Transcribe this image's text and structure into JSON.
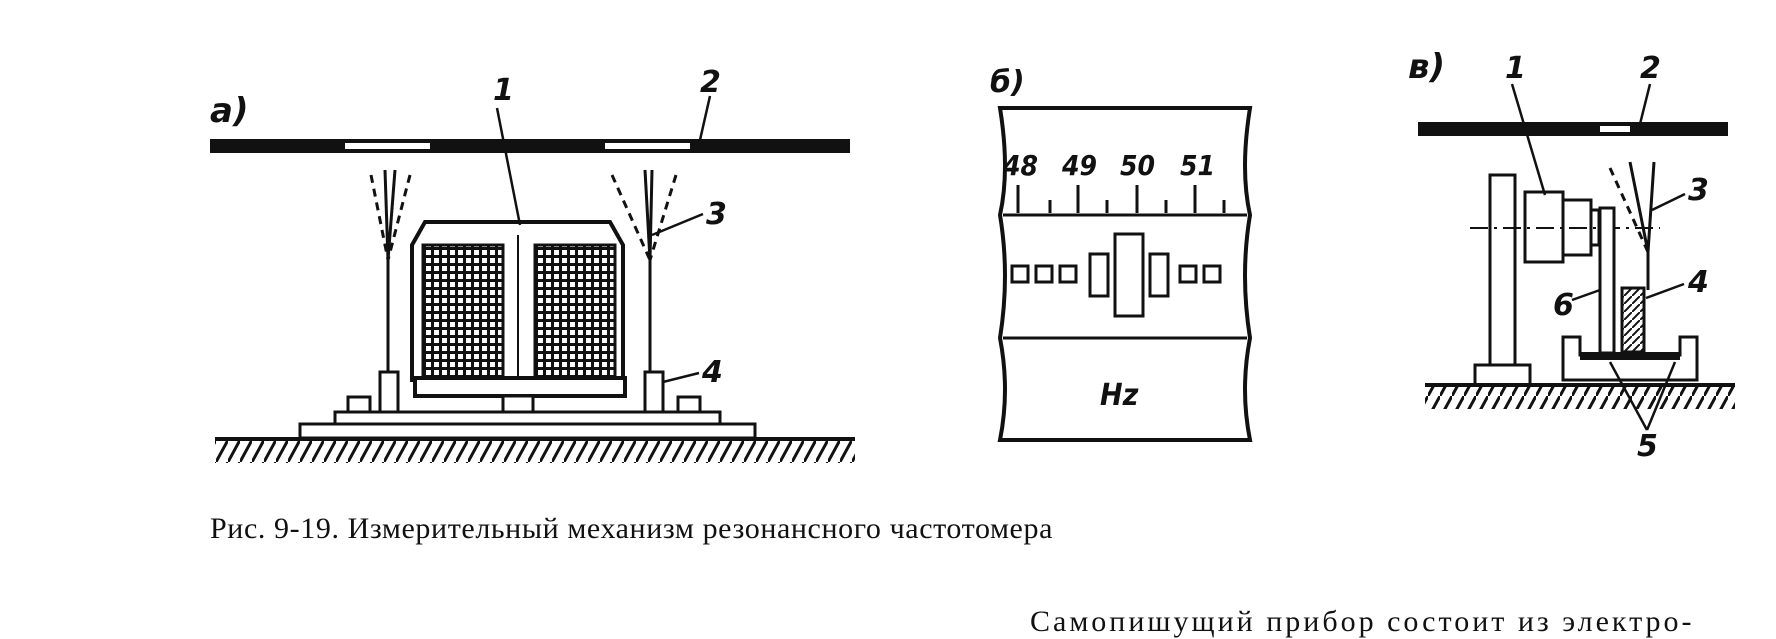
{
  "figure": {
    "panel_labels": [
      "а)",
      "б)",
      "в)"
    ],
    "part_numbers_a": [
      "1",
      "2",
      "3",
      "4"
    ],
    "scale_ticks": [
      "48",
      "49",
      "50",
      "51"
    ],
    "scale_unit": "Hz",
    "part_numbers_c": [
      "1",
      "2",
      "3",
      "4",
      "5",
      "6"
    ]
  },
  "caption": "Рис. 9-19. Измерительный механизм резонансного частотомера",
  "body_text_fragment": "Самопишущий прибор состоит из электро-"
}
